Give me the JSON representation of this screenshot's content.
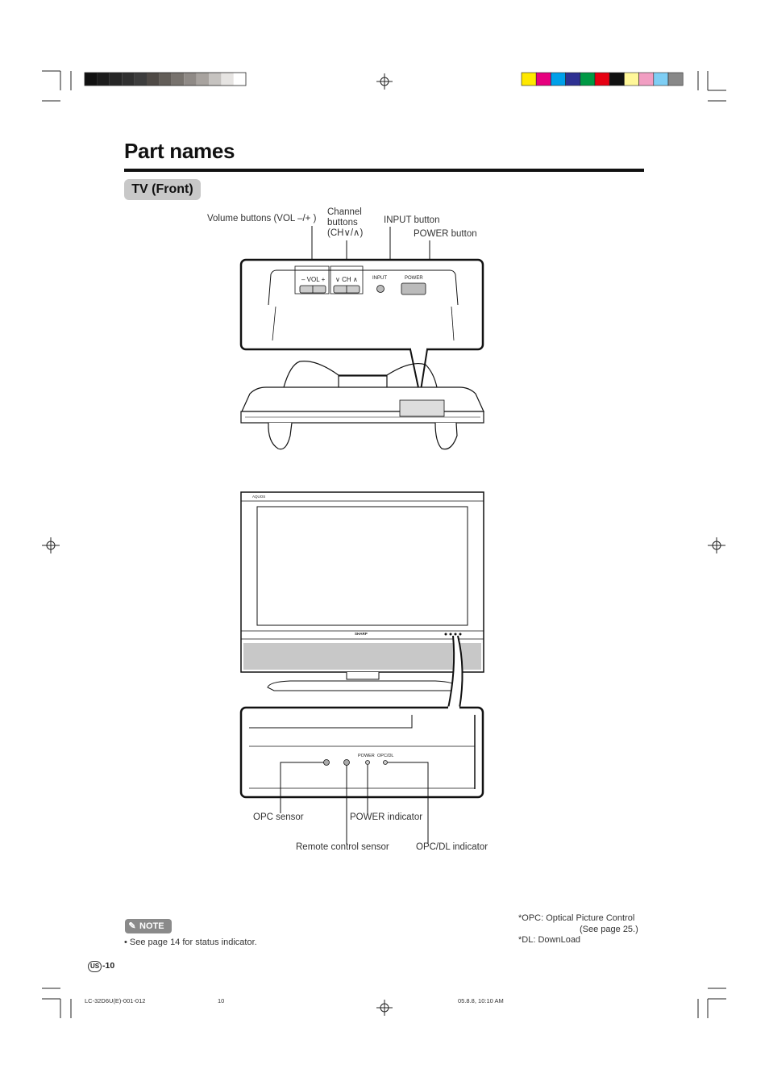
{
  "page": {
    "title": "Part names",
    "section_label": "TV (Front)"
  },
  "top_callouts": {
    "volume": "Volume buttons (VOL –/+ )",
    "channel_line1": "Channel",
    "channel_line2": "buttons",
    "channel_line3": "(CH∨/∧)",
    "input": "INPUT button",
    "power": "POWER button"
  },
  "panel_labels": {
    "vol": "–  VOL  +",
    "ch": "∨  CH  ∧",
    "input": "INPUT",
    "power": "POWER"
  },
  "tv_labels": {
    "brand_top": "AQUOS",
    "brand_bottom": "SHARP"
  },
  "indicator_panel_labels": {
    "power": "POWER",
    "opc_dl": "OPC/DL"
  },
  "bottom_callouts": {
    "opc_sensor": "OPC sensor",
    "power_indicator": "POWER indicator",
    "remote_sensor": "Remote control sensor",
    "opc_dl_indicator": "OPC/DL indicator"
  },
  "note": {
    "badge": "NOTE",
    "text": "•  See page 14 for status indicator."
  },
  "footnotes": {
    "opc_line1": "*OPC: Optical Picture Control",
    "opc_line2": "(See page 25.)",
    "dl": "*DL: DownLoad"
  },
  "page_number": {
    "region": "US",
    "number": "-10"
  },
  "print_footer": {
    "model": "LC-32D6U(E)-001-012",
    "page": "10",
    "date": "05.8.8, 10:10 AM"
  },
  "colors": {
    "gray_bar": [
      "#111111",
      "#1c1c1c",
      "#262626",
      "#303030",
      "#3d3d3d",
      "#4f4a46",
      "#625d58",
      "#77726d",
      "#8f8a86",
      "#a8a39f",
      "#c6c3c0",
      "#e6e4e2",
      "#ffffff"
    ],
    "color_bar": [
      "#ffe800",
      "#e6007e",
      "#00a0e9",
      "#2e3192",
      "#009944",
      "#e60012",
      "#111111",
      "#fff799",
      "#f19ec2",
      "#7ecef4",
      "#888888"
    ]
  }
}
